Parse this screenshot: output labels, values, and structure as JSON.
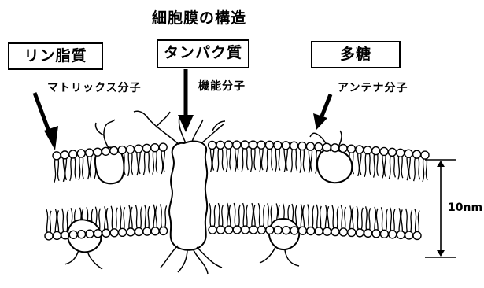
{
  "title": "細胞膜の構造",
  "labels": {
    "lipid": {
      "name": "リン脂質",
      "role": "マトリックス分子"
    },
    "protein": {
      "name": "タンパク質",
      "role": "機能分子"
    },
    "sugar": {
      "name": "多糖",
      "role": "アンテナ分子"
    }
  },
  "thickness": "10nm"
}
